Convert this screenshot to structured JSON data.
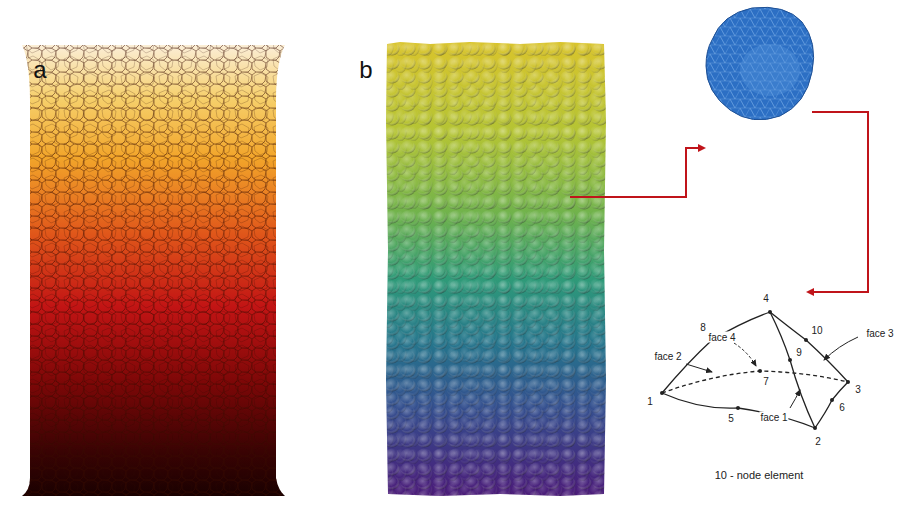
{
  "diagram": {
    "labels": [
      "a",
      "b",
      "4",
      "10",
      "face 3",
      "face 2",
      "8",
      "face 4",
      "9",
      "7",
      "3",
      "1",
      "5",
      "face 1",
      "2",
      "6",
      "10 - node element"
    ]
  }
}
